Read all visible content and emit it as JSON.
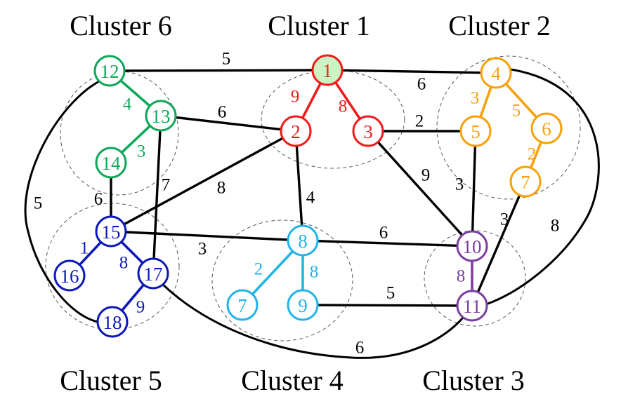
{
  "colors": {
    "cluster1": "#ee1c1c",
    "cluster2": "#f7a10b",
    "cluster3": "#7b3fa0",
    "cluster4": "#22b4e8",
    "cluster5": "#0d1ab8",
    "cluster6": "#0ea85a",
    "highlight_fill": "#c9f5c4",
    "edge_black": "#000000",
    "boundary": "#555555"
  },
  "clusters": [
    {
      "id": "c6",
      "label": "Cluster 6",
      "color": "cluster6"
    },
    {
      "id": "c1",
      "label": "Cluster 1",
      "color": "cluster1"
    },
    {
      "id": "c2",
      "label": "Cluster 2",
      "color": "cluster2"
    },
    {
      "id": "c5",
      "label": "Cluster 5",
      "color": "cluster5"
    },
    {
      "id": "c4",
      "label": "Cluster 4",
      "color": "cluster4"
    },
    {
      "id": "c3",
      "label": "Cluster 3",
      "color": "cluster3"
    }
  ],
  "nodes": [
    {
      "id": "c1-n1",
      "label": "1",
      "cluster": "c1",
      "highlighted": true
    },
    {
      "id": "c1-n2",
      "label": "2",
      "cluster": "c1"
    },
    {
      "id": "c1-n3",
      "label": "3",
      "cluster": "c1"
    },
    {
      "id": "c2-n4",
      "label": "4",
      "cluster": "c2"
    },
    {
      "id": "c2-n5",
      "label": "5",
      "cluster": "c2"
    },
    {
      "id": "c2-n6",
      "label": "6",
      "cluster": "c2"
    },
    {
      "id": "c2-n7",
      "label": "7",
      "cluster": "c2"
    },
    {
      "id": "c3-n10",
      "label": "10",
      "cluster": "c3"
    },
    {
      "id": "c3-n11",
      "label": "11",
      "cluster": "c3"
    },
    {
      "id": "c4-n8",
      "label": "8",
      "cluster": "c4"
    },
    {
      "id": "c4-n7",
      "label": "7",
      "cluster": "c4"
    },
    {
      "id": "c4-n9",
      "label": "9",
      "cluster": "c4"
    },
    {
      "id": "c5-n15",
      "label": "15",
      "cluster": "c5"
    },
    {
      "id": "c5-n16",
      "label": "16",
      "cluster": "c5"
    },
    {
      "id": "c5-n17",
      "label": "17",
      "cluster": "c5"
    },
    {
      "id": "c5-n18",
      "label": "18",
      "cluster": "c5"
    },
    {
      "id": "c6-n12",
      "label": "12",
      "cluster": "c6"
    },
    {
      "id": "c6-n13",
      "label": "13",
      "cluster": "c6"
    },
    {
      "id": "c6-n14",
      "label": "14",
      "cluster": "c6"
    }
  ],
  "intra_edges": [
    {
      "id": "e-1-2",
      "weight": "9",
      "cluster": "c1"
    },
    {
      "id": "e-1-3",
      "weight": "8",
      "cluster": "c1"
    },
    {
      "id": "e-4-5",
      "weight": "3",
      "cluster": "c2"
    },
    {
      "id": "e-4-6",
      "weight": "5",
      "cluster": "c2"
    },
    {
      "id": "e-6-7",
      "weight": "2",
      "cluster": "c2"
    },
    {
      "id": "e-10-11",
      "weight": "8",
      "cluster": "c3"
    },
    {
      "id": "e-8-7",
      "weight": "2",
      "cluster": "c4"
    },
    {
      "id": "e-8-9",
      "weight": "8",
      "cluster": "c4"
    },
    {
      "id": "e-15-16",
      "weight": "1",
      "cluster": "c5"
    },
    {
      "id": "e-15-17",
      "weight": "8",
      "cluster": "c5"
    },
    {
      "id": "e-17-18",
      "weight": "9",
      "cluster": "c5"
    },
    {
      "id": "e-12-13",
      "weight": "4",
      "cluster": "c6"
    },
    {
      "id": "e-13-14",
      "weight": "3",
      "cluster": "c6"
    }
  ],
  "inter_edges": [
    {
      "id": "x-12-1",
      "weight": "5"
    },
    {
      "id": "x-1-4",
      "weight": "6"
    },
    {
      "id": "x-13-2",
      "weight": "6"
    },
    {
      "id": "x-3-5",
      "weight": "2"
    },
    {
      "id": "x-2-15",
      "weight": "8"
    },
    {
      "id": "x-2-8",
      "weight": "4"
    },
    {
      "id": "x-3-10",
      "weight": "9"
    },
    {
      "id": "x-5-10",
      "weight": "3"
    },
    {
      "id": "x-7-11",
      "weight": "3"
    },
    {
      "id": "x-4-11",
      "weight": "8"
    },
    {
      "id": "x-14-15",
      "weight": "6"
    },
    {
      "id": "x-13-17",
      "weight": "7"
    },
    {
      "id": "x-15-8",
      "weight": "3"
    },
    {
      "id": "x-8-10",
      "weight": "6"
    },
    {
      "id": "x-9-11",
      "weight": "5"
    },
    {
      "id": "x-12-18",
      "weight": "5"
    },
    {
      "id": "x-17-11",
      "weight": "6"
    }
  ]
}
